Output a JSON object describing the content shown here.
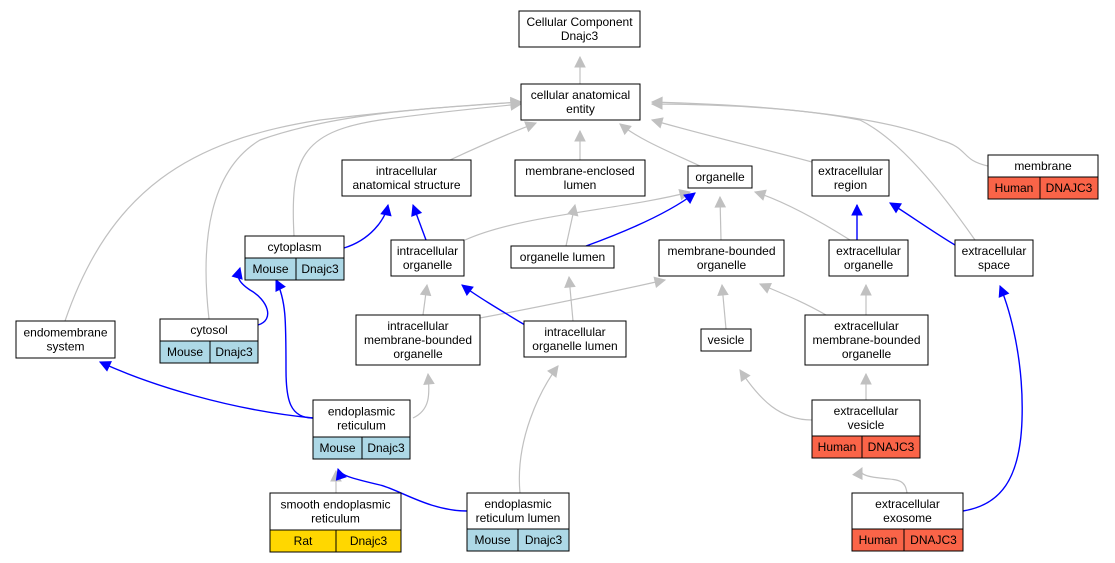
{
  "colors": {
    "is_a_edge": "#c0c0c0",
    "part_of_edge": "#0000ff",
    "mouse_annotation": "#add8e6",
    "human_annotation": "#fa6448",
    "rat_annotation": "#ffd700"
  },
  "nodes": [
    {
      "id": "root",
      "lines": [
        "Cellular Component",
        "Dnajc3"
      ]
    },
    {
      "id": "cae",
      "lines": [
        "cellular anatomical",
        "entity"
      ]
    },
    {
      "id": "ias",
      "lines": [
        "intracellular",
        "anatomical structure"
      ]
    },
    {
      "id": "mel",
      "lines": [
        "membrane-enclosed",
        "lumen"
      ]
    },
    {
      "id": "organelle",
      "lines": [
        "organelle"
      ]
    },
    {
      "id": "ecr",
      "lines": [
        "extracellular",
        "region"
      ]
    },
    {
      "id": "membrane",
      "lines": [
        "membrane"
      ],
      "annotation": {
        "species": "Human",
        "gene": "DNAJC3",
        "color": "#fa6448"
      }
    },
    {
      "id": "cytoplasm",
      "lines": [
        "cytoplasm"
      ],
      "annotation": {
        "species": "Mouse",
        "gene": "Dnajc3",
        "color": "#add8e6"
      }
    },
    {
      "id": "io",
      "lines": [
        "intracellular",
        "organelle"
      ]
    },
    {
      "id": "ol",
      "lines": [
        "organelle lumen"
      ]
    },
    {
      "id": "mbo",
      "lines": [
        "membrane-bounded",
        "organelle"
      ]
    },
    {
      "id": "eco",
      "lines": [
        "extracellular",
        "organelle"
      ]
    },
    {
      "id": "ecs",
      "lines": [
        "extracellular",
        "space"
      ]
    },
    {
      "id": "ems",
      "lines": [
        "endomembrane",
        "system"
      ]
    },
    {
      "id": "cytosol",
      "lines": [
        "cytosol"
      ],
      "annotation": {
        "species": "Mouse",
        "gene": "Dnajc3",
        "color": "#add8e6"
      }
    },
    {
      "id": "imbo",
      "lines": [
        "intracellular",
        "membrane-bounded",
        "organelle"
      ]
    },
    {
      "id": "iol",
      "lines": [
        "intracellular",
        "organelle lumen"
      ]
    },
    {
      "id": "vesicle",
      "lines": [
        "vesicle"
      ]
    },
    {
      "id": "embo",
      "lines": [
        "extracellular",
        "membrane-bounded",
        "organelle"
      ]
    },
    {
      "id": "er",
      "lines": [
        "endoplasmic",
        "reticulum"
      ],
      "annotation": {
        "species": "Mouse",
        "gene": "Dnajc3",
        "color": "#add8e6"
      }
    },
    {
      "id": "ecv",
      "lines": [
        "extracellular",
        "vesicle"
      ],
      "annotation": {
        "species": "Human",
        "gene": "DNAJC3",
        "color": "#fa6448"
      }
    },
    {
      "id": "ser",
      "lines": [
        "smooth endoplasmic",
        "reticulum"
      ],
      "annotation": {
        "species": "Rat",
        "gene": "Dnajc3",
        "color": "#ffd700"
      }
    },
    {
      "id": "erl",
      "lines": [
        "endoplasmic",
        "reticulum lumen"
      ],
      "annotation": {
        "species": "Mouse",
        "gene": "Dnajc3",
        "color": "#add8e6"
      }
    },
    {
      "id": "exo",
      "lines": [
        "extracellular",
        "exosome"
      ],
      "annotation": {
        "species": "Human",
        "gene": "DNAJC3",
        "color": "#fa6448"
      }
    }
  ],
  "edges": [
    {
      "from": "cae",
      "to": "root",
      "type": "is_a"
    },
    {
      "from": "ias",
      "to": "cae",
      "type": "is_a"
    },
    {
      "from": "mel",
      "to": "cae",
      "type": "is_a"
    },
    {
      "from": "organelle",
      "to": "cae",
      "type": "is_a"
    },
    {
      "from": "ecr",
      "to": "cae",
      "type": "is_a"
    },
    {
      "from": "membrane",
      "to": "cae",
      "type": "is_a"
    },
    {
      "from": "cytoplasm",
      "to": "cae",
      "type": "is_a"
    },
    {
      "from": "cytosol",
      "to": "cae",
      "type": "is_a"
    },
    {
      "from": "ems",
      "to": "cae",
      "type": "is_a"
    },
    {
      "from": "ecs",
      "to": "cae",
      "type": "is_a"
    },
    {
      "from": "cytoplasm",
      "to": "ias",
      "type": "part_of"
    },
    {
      "from": "io",
      "to": "ias",
      "type": "part_of"
    },
    {
      "from": "io",
      "to": "organelle",
      "type": "is_a"
    },
    {
      "from": "ol",
      "to": "mel",
      "type": "is_a"
    },
    {
      "from": "ol",
      "to": "organelle",
      "type": "part_of"
    },
    {
      "from": "mbo",
      "to": "organelle",
      "type": "is_a"
    },
    {
      "from": "eco",
      "to": "organelle",
      "type": "is_a"
    },
    {
      "from": "eco",
      "to": "ecr",
      "type": "part_of"
    },
    {
      "from": "ecs",
      "to": "ecr",
      "type": "part_of"
    },
    {
      "from": "cytosol",
      "to": "cytoplasm",
      "type": "part_of"
    },
    {
      "from": "imbo",
      "to": "io",
      "type": "is_a"
    },
    {
      "from": "imbo",
      "to": "mbo",
      "type": "is_a"
    },
    {
      "from": "iol",
      "to": "io",
      "type": "part_of"
    },
    {
      "from": "iol",
      "to": "ol",
      "type": "is_a"
    },
    {
      "from": "vesicle",
      "to": "mbo",
      "type": "is_a"
    },
    {
      "from": "embo",
      "to": "mbo",
      "type": "is_a"
    },
    {
      "from": "embo",
      "to": "eco",
      "type": "is_a"
    },
    {
      "from": "er",
      "to": "ems",
      "type": "part_of"
    },
    {
      "from": "er",
      "to": "cytoplasm",
      "type": "part_of"
    },
    {
      "from": "er",
      "to": "imbo",
      "type": "is_a"
    },
    {
      "from": "ecv",
      "to": "vesicle",
      "type": "is_a"
    },
    {
      "from": "ecv",
      "to": "embo",
      "type": "is_a"
    },
    {
      "from": "ser",
      "to": "er",
      "type": "is_a"
    },
    {
      "from": "erl",
      "to": "er",
      "type": "part_of"
    },
    {
      "from": "erl",
      "to": "iol",
      "type": "is_a"
    },
    {
      "from": "exo",
      "to": "ecv",
      "type": "is_a"
    },
    {
      "from": "exo",
      "to": "ecs",
      "type": "part_of"
    }
  ]
}
